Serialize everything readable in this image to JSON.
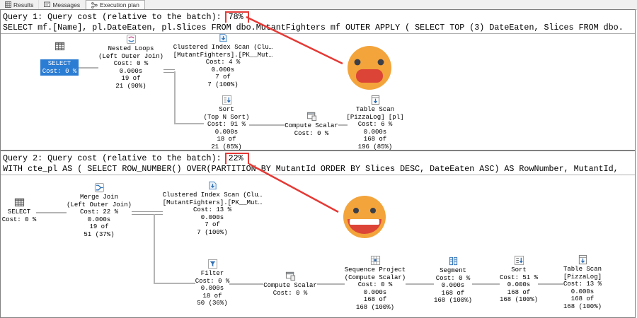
{
  "tabs": {
    "results": "Results",
    "messages": "Messages",
    "execution_plan": "Execution plan"
  },
  "colors": {
    "annotation_red": "#e53935",
    "selected_node_blue": "#2b7cd3",
    "emoji_yellow": "#F3A43B",
    "emoji_mouth_red": "#DC4437",
    "connector_gray": "#b4b4b4"
  },
  "query1": {
    "title": "Query 1: Query cost (relative to the batch):",
    "cost": "78%",
    "statement": "SELECT mf.[Name], pl.DateEaten, pl.Slices FROM dbo.MutantFighters mf OUTER APPLY ( SELECT TOP (3) DateEaten, Slices FROM dbo.",
    "emoji": "shocked-face",
    "nodes": {
      "select": [
        "SELECT",
        "Cost: 0 %"
      ],
      "nested_loops": [
        "Nested Loops",
        "(Left Outer Join)",
        "Cost: 0 %",
        "0.000s",
        "19 of",
        "21 (90%)"
      ],
      "clustered_index_scan": [
        "Clustered Index Scan (Clu…",
        "[MutantFighters].[PK__Mut…",
        "Cost: 4 %",
        "0.000s",
        "7 of",
        "7 (100%)"
      ],
      "sort": [
        "Sort",
        "(Top N Sort)",
        "Cost: 91 %",
        "0.000s",
        "18 of",
        "21 (85%)"
      ],
      "compute_scalar": [
        "Compute Scalar",
        "Cost: 0 %"
      ],
      "table_scan": [
        "Table Scan",
        "[PizzaLog] [pl]",
        "Cost: 6 %",
        "0.000s",
        "168 of",
        "196 (85%)"
      ]
    }
  },
  "query2": {
    "title": "Query 2: Query cost (relative to the batch):",
    "cost": "22%",
    "statement": "WITH cte_pl AS ( SELECT ROW_NUMBER() OVER(PARTITION BY MutantId ORDER BY Slices DESC, DateEaten ASC) AS RowNumber, MutantId,",
    "emoji": "happy-face",
    "nodes": {
      "select": [
        "SELECT",
        "Cost: 0 %"
      ],
      "merge_join": [
        "Merge Join",
        "(Left Outer Join)",
        "Cost: 22 %",
        "0.000s",
        "19 of",
        "51 (37%)"
      ],
      "clustered_index_scan": [
        "Clustered Index Scan (Clu…",
        "[MutantFighters].[PK__Mut…",
        "Cost: 13 %",
        "0.000s",
        "7 of",
        "7 (100%)"
      ],
      "filter": [
        "Filter",
        "Cost: 0 %",
        "0.000s",
        "18 of",
        "50 (36%)"
      ],
      "compute_scalar": [
        "Compute Scalar",
        "Cost: 0 %"
      ],
      "sequence_project": [
        "Sequence Project",
        "(Compute Scalar)",
        "Cost: 0 %",
        "0.000s",
        "168 of",
        "168 (100%)"
      ],
      "segment": [
        "Segment",
        "Cost: 0 %",
        "0.000s",
        "168 of",
        "168 (100%)"
      ],
      "sort": [
        "Sort",
        "Cost: 51 %",
        "0.000s",
        "168 of",
        "168 (100%)"
      ],
      "table_scan": [
        "Table Scan",
        "[PizzaLog]",
        "Cost: 13 %",
        "0.000s",
        "168 of",
        "168 (100%)"
      ]
    }
  }
}
